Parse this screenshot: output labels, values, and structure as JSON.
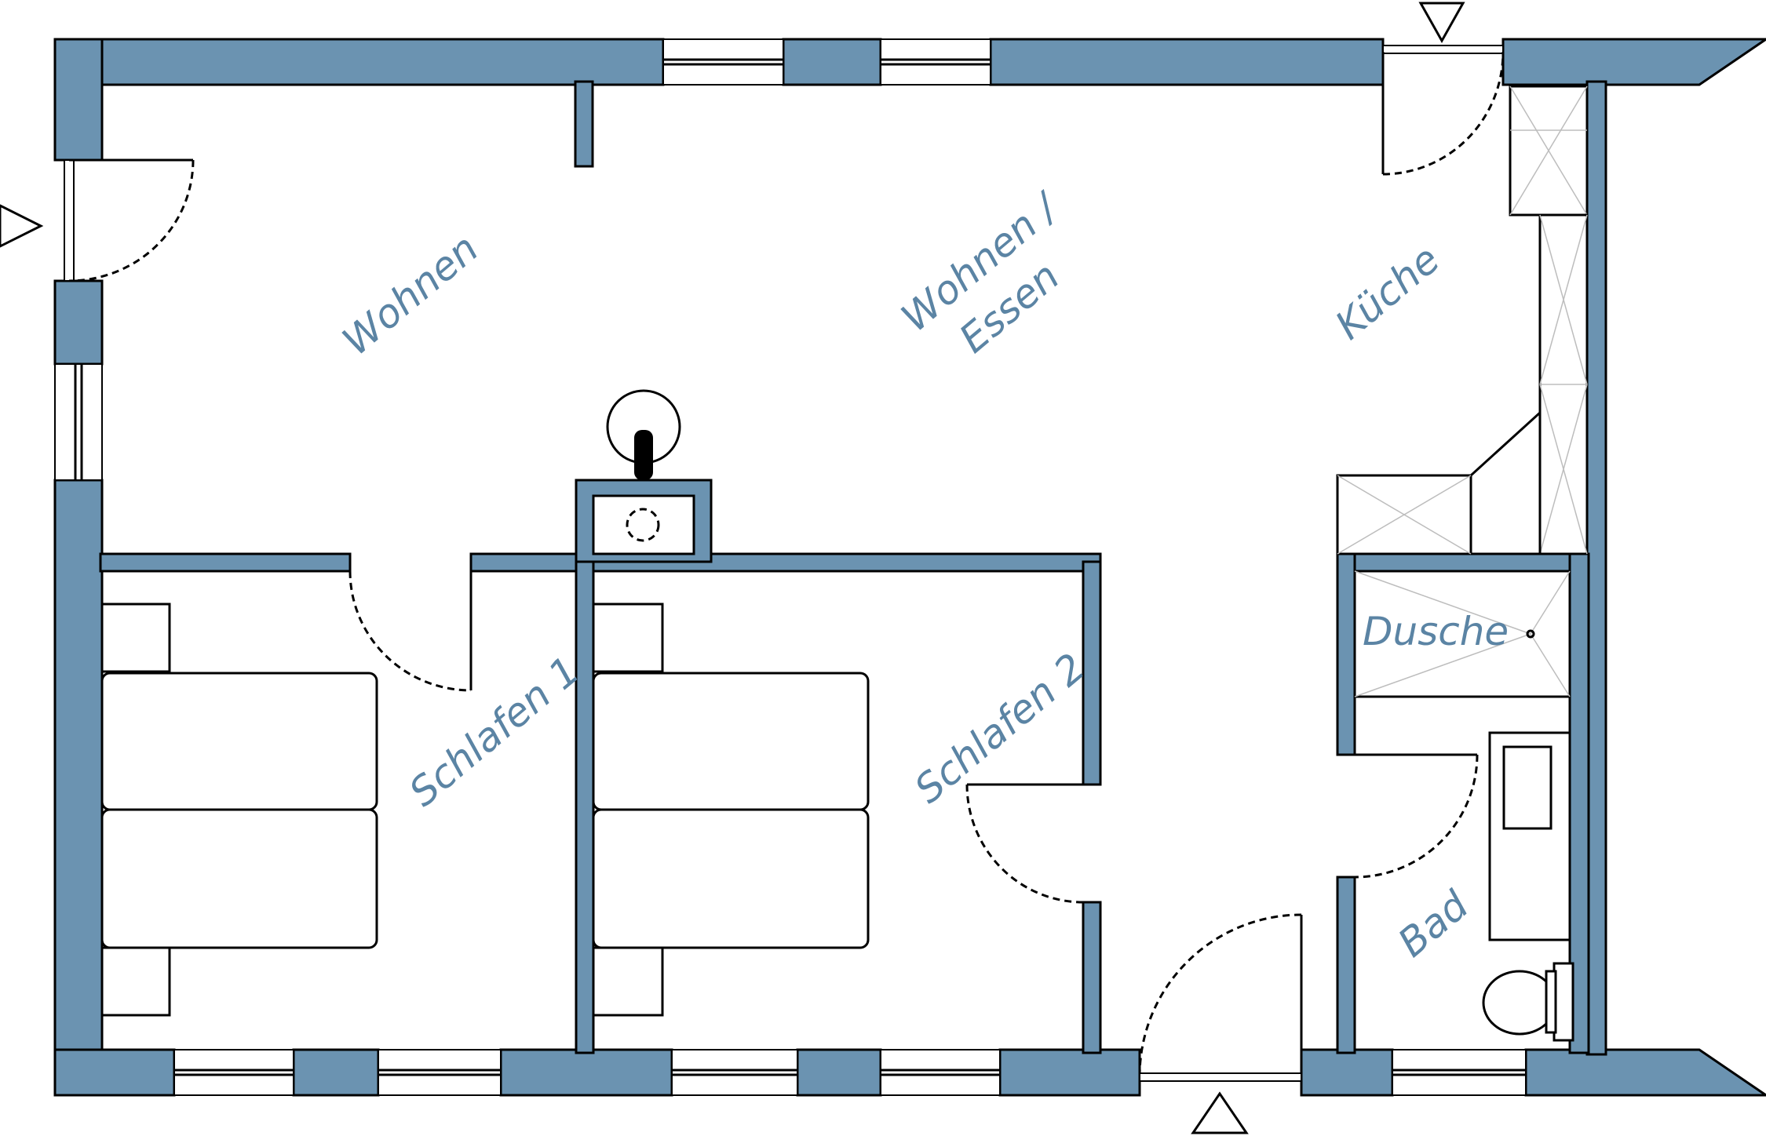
{
  "plan": {
    "colors": {
      "wall": "#6b93b1",
      "ink": "#000000",
      "label": "#5b84a4"
    },
    "rooms": {
      "wohnen": "Wohnen",
      "wohnen_essen_1": "Wohnen /",
      "wohnen_essen_2": "Essen",
      "kueche": "Küche",
      "schlafen1": "Schlafen 1",
      "schlafen2": "Schlafen 2",
      "dusche": "Dusche",
      "bad": "Bad"
    },
    "entrances": [
      "entrance-left",
      "entrance-top",
      "entrance-bottom"
    ]
  }
}
